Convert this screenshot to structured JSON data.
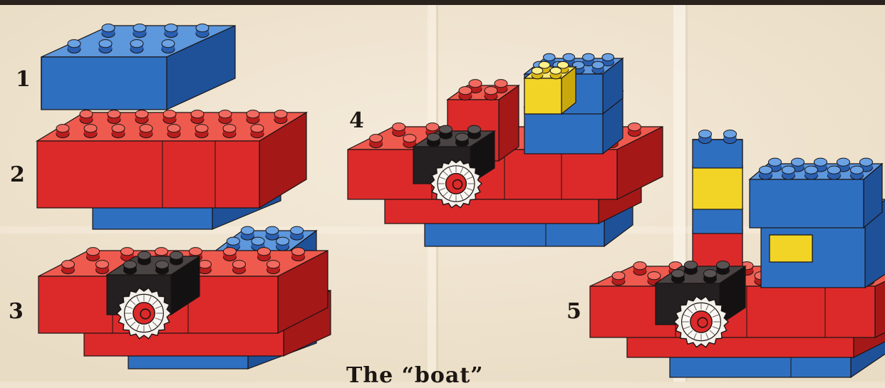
{
  "steps": [
    {
      "number": "1"
    },
    {
      "number": "2"
    },
    {
      "number": "3"
    },
    {
      "number": "4"
    },
    {
      "number": "5"
    }
  ],
  "caption": "The “boat” ",
  "colors": {
    "paper": "#efe3cf",
    "blue": "#2f6fc0",
    "red": "#dc2a2a",
    "yellow": "#f2d426",
    "black": "#241f20",
    "ink": "#1c1712"
  },
  "icons": [
    "lego-brick-icon",
    "wheel-gear-icon"
  ]
}
